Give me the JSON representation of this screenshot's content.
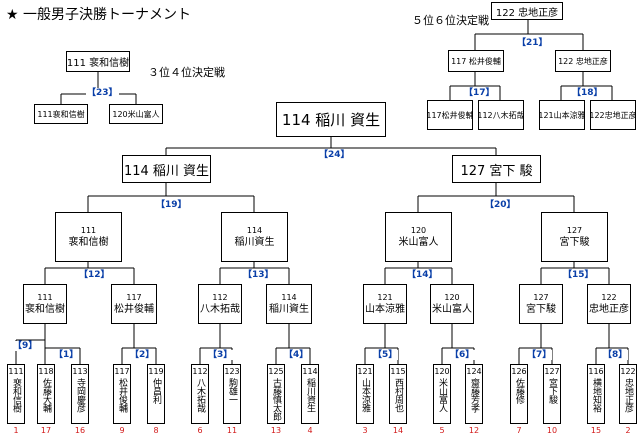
{
  "title": "★ 一般男子決勝トーナメント",
  "third_place_label": "３位４位決定戦",
  "fifth_place_label": "５位６位決定戦",
  "final": {
    "winner": "114 稲川 資生"
  },
  "semis": {
    "left": "114 稲川 資生",
    "right": "127 宮下 駿"
  },
  "matches": {
    "m24": "【24】",
    "m19": "【19】",
    "m20": "【20】",
    "m12": "【12】",
    "m13": "【13】",
    "m14": "【14】",
    "m15": "【15】",
    "m9": "【9】",
    "m1": "【1】",
    "m2": "【2】",
    "m3": "【3】",
    "m4": "【4】",
    "m5": "【5】",
    "m6": "【6】",
    "m7": "【7】",
    "m8": "【8】",
    "m23": "【23】",
    "m21": "【21】",
    "m17": "【17】",
    "m18": "【18】"
  },
  "quarters": [
    {
      "num": "111",
      "name": "裵和信樹"
    },
    {
      "num": "114",
      "name": "稲川資生"
    },
    {
      "num": "120",
      "name": "米山富人"
    },
    {
      "num": "127",
      "name": "宮下駿"
    }
  ],
  "round16": [
    {
      "num": "111",
      "name": "裵和信樹"
    },
    {
      "num": "117",
      "name": "松井俊輔"
    },
    {
      "num": "112",
      "name": "八木拓哉"
    },
    {
      "num": "114",
      "name": "稲川資生"
    },
    {
      "num": "121",
      "name": "山本涼雅"
    },
    {
      "num": "120",
      "name": "米山富人"
    },
    {
      "num": "127",
      "name": "宮下駿"
    },
    {
      "num": "122",
      "name": "忠地正彦"
    }
  ],
  "players": [
    {
      "num": "111",
      "name": "裵和信樹",
      "seed": "1"
    },
    {
      "num": "118",
      "name": "佐藤大輔",
      "seed": "17"
    },
    {
      "num": "113",
      "name": "寺岡慶彦",
      "seed": "16"
    },
    {
      "num": "117",
      "name": "松井俊輔",
      "seed": "9"
    },
    {
      "num": "119",
      "name": "仲昌利",
      "seed": "8"
    },
    {
      "num": "112",
      "name": "八木拓哉",
      "seed": "6"
    },
    {
      "num": "123",
      "name": "駒雄一",
      "seed": "11"
    },
    {
      "num": "125",
      "name": "古藤慎太郎",
      "seed": "13"
    },
    {
      "num": "114",
      "name": "稲川資生",
      "seed": "4"
    },
    {
      "num": "121",
      "name": "山本涼雅",
      "seed": "3"
    },
    {
      "num": "115",
      "name": "西村周也",
      "seed": "14"
    },
    {
      "num": "120",
      "name": "米山富人",
      "seed": "5"
    },
    {
      "num": "124",
      "name": "齋藤芳孝",
      "seed": "12"
    },
    {
      "num": "126",
      "name": "佐藤修",
      "seed": "7"
    },
    {
      "num": "127",
      "name": "宮下駿",
      "seed": "10"
    },
    {
      "num": "116",
      "name": "横地知裕",
      "seed": "15"
    },
    {
      "num": "122",
      "name": "忠地正彦",
      "seed": "2"
    }
  ],
  "third_place": {
    "winner": "111 裵和信樹",
    "p1": "111裵和信樹",
    "p2": "120米山富人"
  },
  "fifth_place": {
    "winner": "122 忠地正彦",
    "semi_left": "117 松井俊輔",
    "semi_right": "122 忠地正彦",
    "p1": "117松井俊輔",
    "p2": "112八木拓哉",
    "p3": "121山本涼雅",
    "p4": "122忠地正彦"
  }
}
